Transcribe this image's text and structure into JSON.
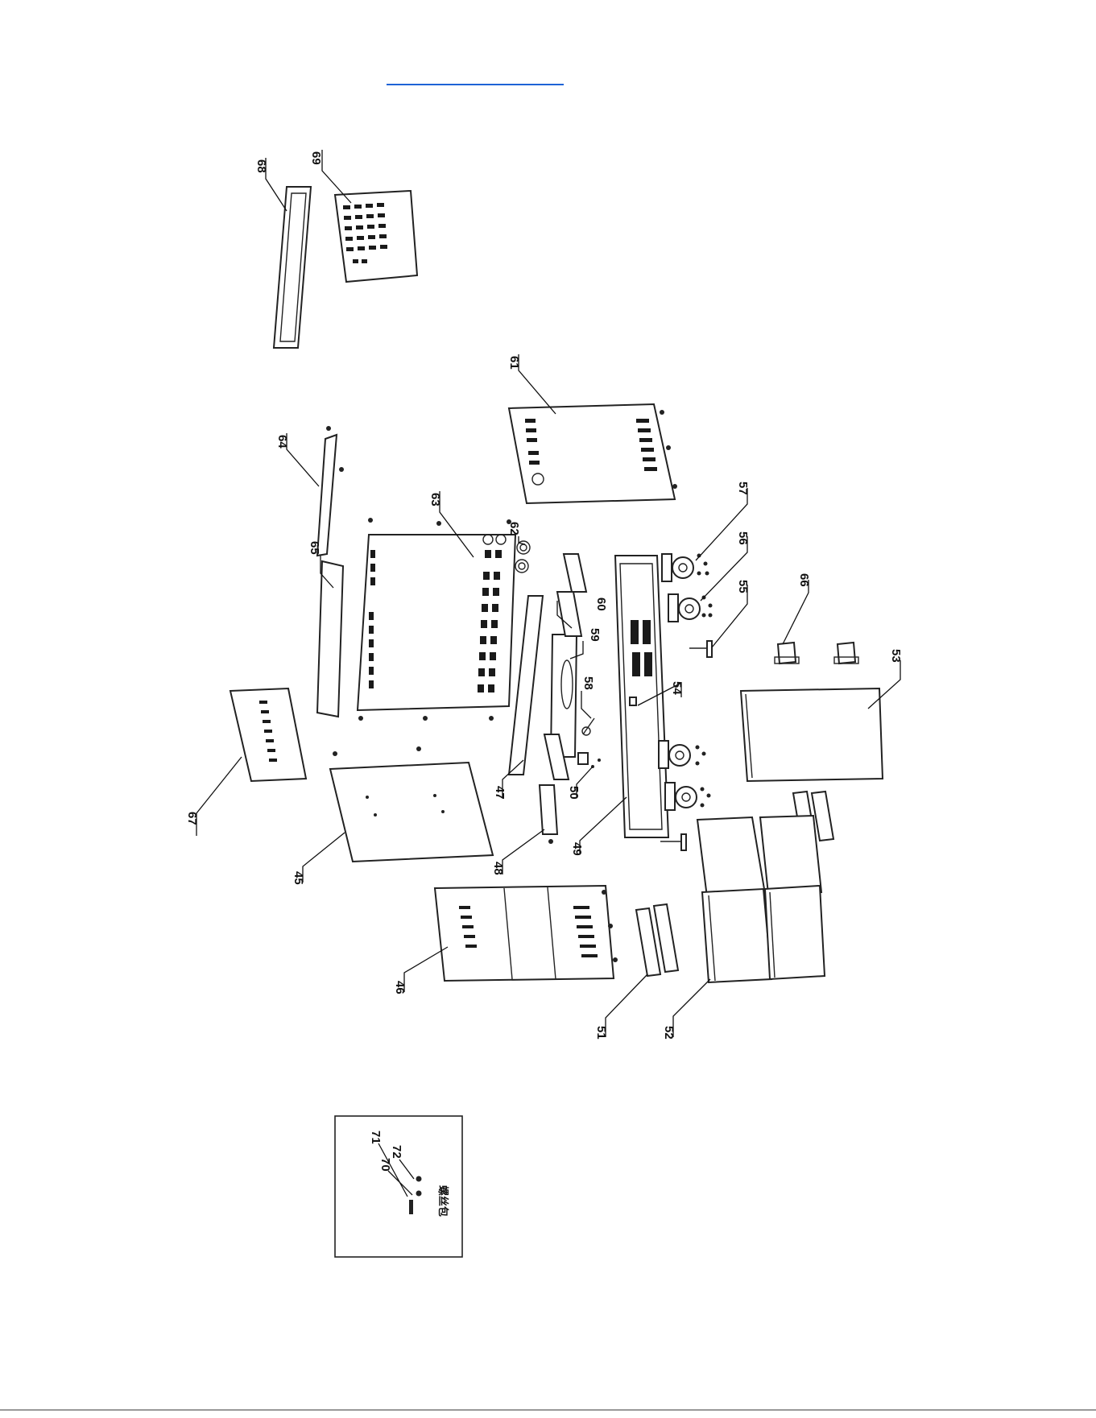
{
  "diagram": {
    "part_labels": [
      "45",
      "46",
      "47",
      "48",
      "49",
      "50",
      "51",
      "52",
      "53",
      "54",
      "55",
      "56",
      "57",
      "58",
      "59",
      "60",
      "61",
      "62",
      "63",
      "64",
      "65",
      "66",
      "67",
      "68",
      "69"
    ],
    "screw_pack": {
      "labels": [
        "71",
        "70",
        "72"
      ],
      "caption": "螺丝包"
    }
  },
  "colors": {
    "line": "#222222",
    "link": "#1e63d6",
    "background": "#ffffff"
  }
}
